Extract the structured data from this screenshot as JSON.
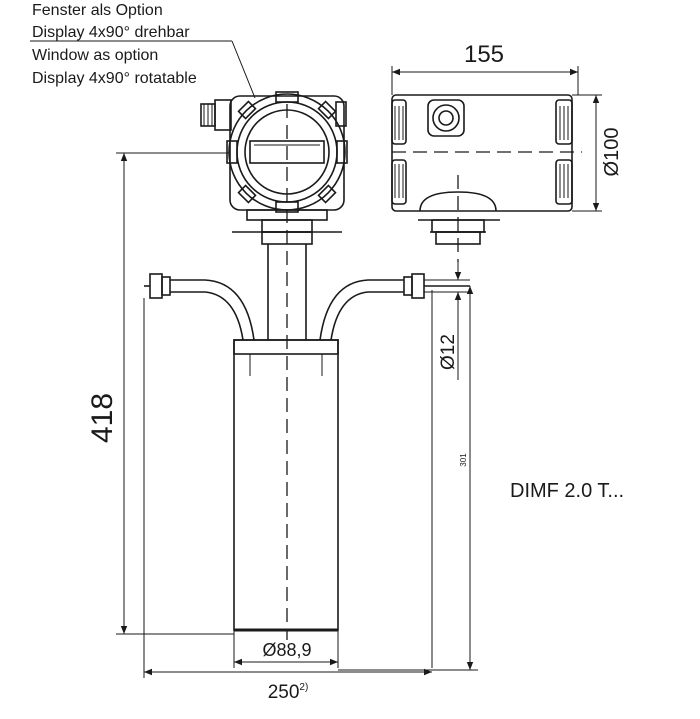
{
  "notes": {
    "de_line1": "Fenster als Option",
    "de_line2": "Display 4x90° drehbar",
    "en_line1": "Window as option",
    "en_line2": "Display 4x90° rotatable"
  },
  "dimensions": {
    "side_width": "155",
    "side_diameter": "Ø100",
    "total_height": "418",
    "pipe_diameter": "Ø12",
    "inner_height": "301",
    "body_diameter": "Ø88,9",
    "total_width": "250",
    "total_width_note": "2)"
  },
  "model": "DIMF 2.0 T...",
  "colors": {
    "ink": "#1a1a1a",
    "background": "#ffffff"
  }
}
